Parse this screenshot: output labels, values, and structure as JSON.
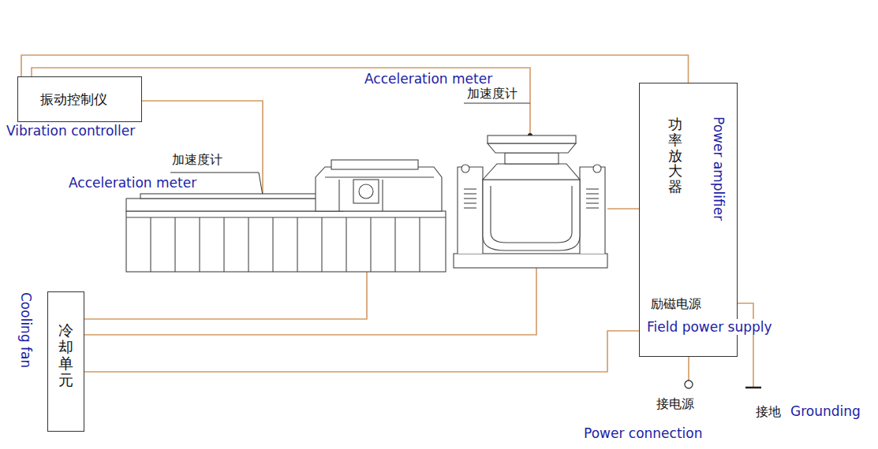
{
  "diagram": {
    "nodes": [
      {
        "text": [
          "振动控制仪",
          "Vibration controller"
        ]
      },
      {
        "text": [
          "功率放大器",
          "Power amplifier",
          "励磁电源",
          "Field power supply"
        ]
      },
      {
        "text": [
          "冷却单元",
          "Cooling fan"
        ]
      }
    ],
    "edges": [
      {
        "from": 0,
        "to": 1,
        "arrow": "none"
      },
      {
        "from": 2,
        "to": 1,
        "arrow": "none"
      }
    ],
    "labels": [
      "Acceleration meter",
      "加速度计",
      "加速度计",
      "Acceleration meter",
      "接电源",
      "接地",
      "Grounding",
      "Power connection"
    ]
  }
}
